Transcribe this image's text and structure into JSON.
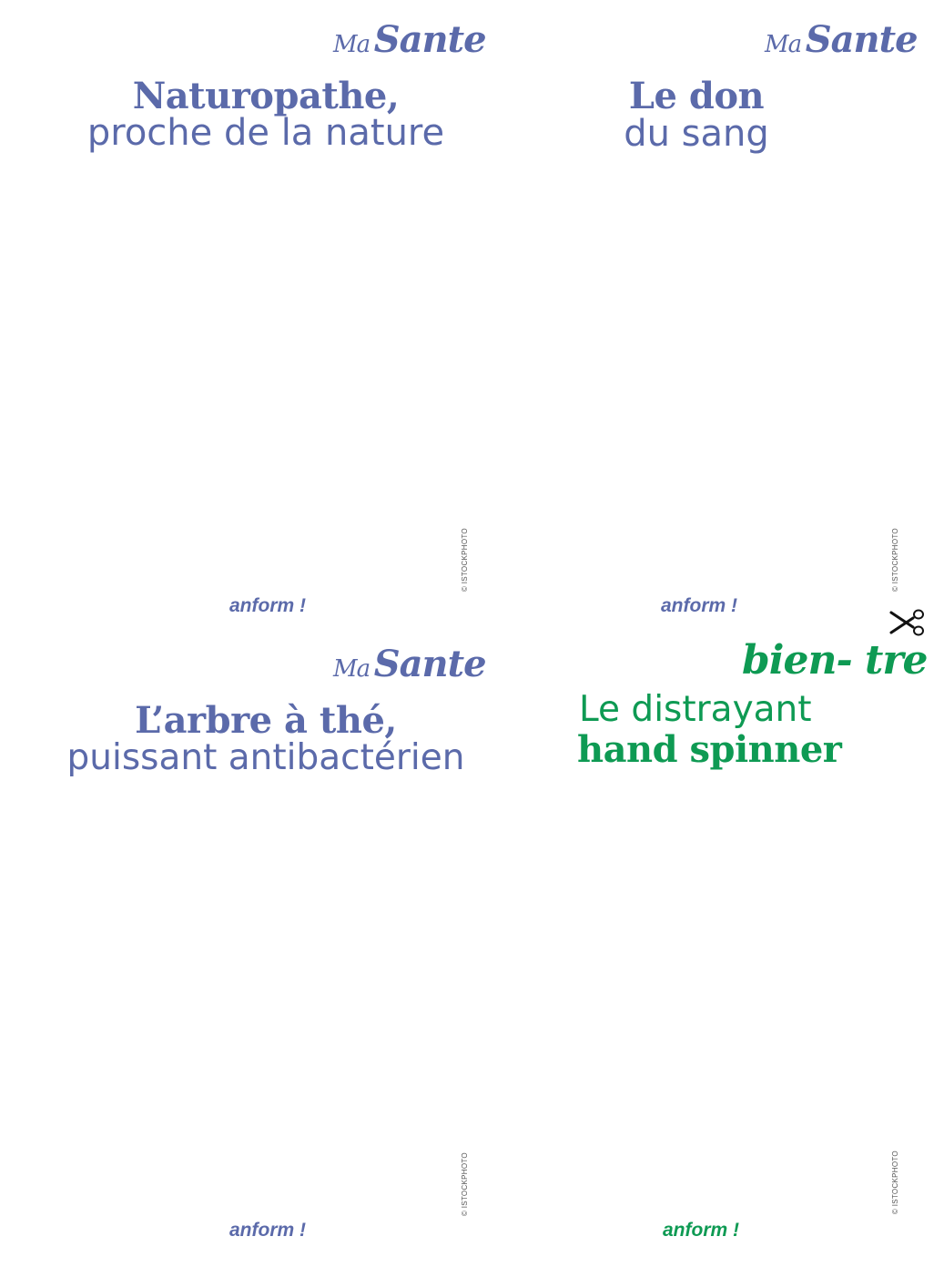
{
  "colors": {
    "blue": "#5b6aaa",
    "green": "#0e9a53",
    "credit": "#555555",
    "scissors": "#111111"
  },
  "cards": [
    {
      "rubric_small": "Ma",
      "rubric_big": "Sante",
      "title_line1": "Naturopathe,",
      "title_line2": "proche de la nature",
      "credit": "© ISTOCKPHOTO",
      "brand": "anform !"
    },
    {
      "rubric_small": "Ma",
      "rubric_big": "Sante",
      "title_line1": "Le don",
      "title_line2": "du sang",
      "credit": "© ISTOCKPHOTO",
      "brand": "anform !"
    },
    {
      "rubric_small": "Ma",
      "rubric_big": "Sante",
      "title_line1": "L’arbre à thé,",
      "title_line2": "puissant antibactérien",
      "credit": "© ISTOCKPHOTO",
      "brand": "anform !"
    },
    {
      "rubric": "bien- tre",
      "title_line1": "Le distrayant",
      "title_line2": "hand spinner",
      "credit": "© ISTOCKPHOTO",
      "brand": "anform !"
    }
  ],
  "cut_mark": "scissors-icon"
}
